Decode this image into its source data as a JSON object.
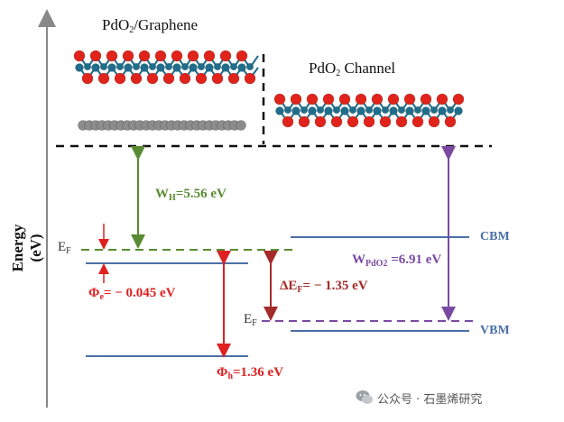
{
  "figure": {
    "y_axis_label": "Energy (eV)",
    "left_structure_title": {
      "main": "PdO",
      "sub": "2",
      "rest": "/Graphene"
    },
    "right_structure_title": {
      "main": "PdO",
      "sub": "2",
      "rest": " Channel"
    },
    "work_function_h": {
      "main": "W",
      "sub": "H",
      "rest": "=5.56 eV"
    },
    "work_function_pdo2": {
      "main": "W",
      "sub": "PdO2",
      "rest": " =6.91 eV"
    },
    "delta_ef": {
      "main": "ΔE",
      "sub": "F",
      "rest": "= − 1.35 eV"
    },
    "phi_e": {
      "main": "Φ",
      "sub": "e",
      "rest": "= − 0.045 eV"
    },
    "phi_h": {
      "main": "Φ",
      "sub": "h",
      "rest": "=1.36 eV"
    },
    "ef_left": {
      "main": "E",
      "sub": "F"
    },
    "ef_right": {
      "main": "E",
      "sub": "F"
    },
    "cbm_label": "CBM",
    "vbm_label": "VBM"
  },
  "colors": {
    "green": "#5a8a32",
    "red": "#e02020",
    "dark_red": "#a52a2a",
    "purple": "#7a4aa3",
    "blue": "#4a6fa8",
    "pd_atom": "#1f6e8c",
    "o_atom": "#e0241b",
    "c_atom": "#8c8c8c"
  },
  "watermark": {
    "text": "公众号 · 石墨烯研究",
    "icon": "wechat-icon"
  }
}
